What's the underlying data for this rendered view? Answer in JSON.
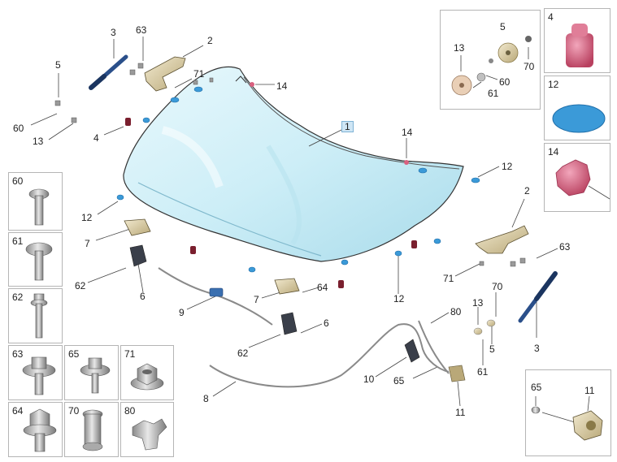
{
  "parts": {
    "hood": "1",
    "hinge": "2",
    "gas_strut": "3",
    "bump_stop": "4",
    "washer_nut": "5",
    "latch": "6",
    "bracket": "7",
    "release_cable": "8",
    "cable_clip_part": "9",
    "release_handle": "10",
    "lock_unit": "11",
    "seal_pad": "12",
    "small_washer": "13",
    "round_plug": "14",
    "screw_60": "60",
    "screw_61": "61",
    "screw_62": "62",
    "bolt_63": "63",
    "bolt_64": "64",
    "bolt_65": "65",
    "rivet_nut": "70",
    "flange_nut": "71",
    "clip": "80"
  },
  "colors": {
    "hood_fill": "#d6f0f8",
    "pad_blue": "#3b9ad8",
    "plug_pink": "#d9607f",
    "bump_pink": "#c9506e",
    "metal": "#c9c9c9",
    "box_border": "#b5b5b5"
  },
  "icons": [
    "hood-panel",
    "hinge-icon",
    "strut-icon",
    "pad-icon",
    "plug-icon",
    "bolt-icon",
    "nut-icon",
    "clip-icon",
    "latch-icon",
    "cable-icon"
  ]
}
